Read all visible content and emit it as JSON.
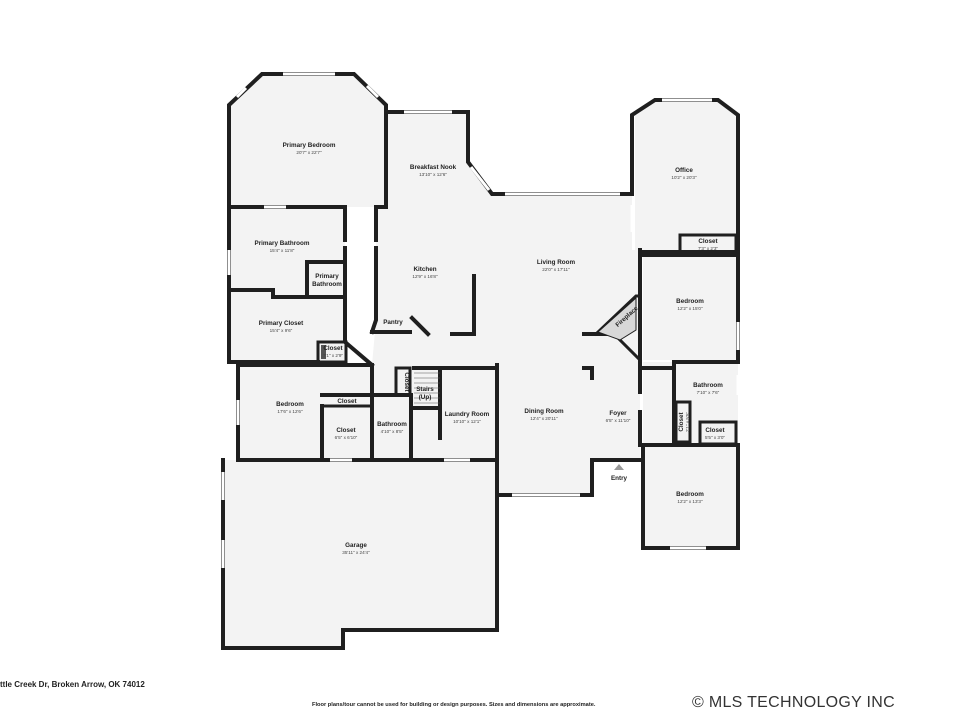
{
  "rooms": {
    "primary_bedroom": {
      "name": "Primary Bedroom",
      "dim": "20'7\" x 22'7\""
    },
    "breakfast_nook": {
      "name": "Breakfast Nook",
      "dim": "13'10\" x 12'6\""
    },
    "office": {
      "name": "Office",
      "dim": "10'2\" x 20'3\""
    },
    "closet_office": {
      "name": "Closet",
      "dim": "7'3\" x 2'3\""
    },
    "primary_bathroom": {
      "name": "Primary Bathroom",
      "dim": "15'4\" x 11'8\""
    },
    "primary_bathroom_wc": {
      "line1": "Primary",
      "line2": "Bathroom"
    },
    "kitchen": {
      "name": "Kitchen",
      "dim": "12'9\" x 16'8\""
    },
    "living_room": {
      "name": "Living Room",
      "dim": "22'0\" x 17'11\""
    },
    "bedroom_east": {
      "name": "Bedroom",
      "dim": "12'2\" x 15'0\""
    },
    "pantry": {
      "name": "Pantry"
    },
    "fireplace": {
      "name": "Fireplace"
    },
    "primary_closet": {
      "name": "Primary Closet",
      "dim": "15'4\" x 9'6\""
    },
    "closet_small_a": {
      "name": "Closet",
      "dim": "7'1\" x 2'9\""
    },
    "bedroom_west": {
      "name": "Bedroom",
      "dim": "17'6\" x 12'6\""
    },
    "closet_strip": {
      "name": "Closet"
    },
    "closet_b": {
      "name": "Closet",
      "dim": "6'5\" x 6'10\""
    },
    "bathroom_hall": {
      "name": "Bathroom",
      "dim": "4'10\" x 8'5\""
    },
    "closet_vertical": {
      "name": "Closet"
    },
    "stairs": {
      "line1": "Stairs",
      "line2": "(Up)"
    },
    "laundry_room": {
      "name": "Laundry Room",
      "dim": "10'10\" x 12'1\""
    },
    "dining_room": {
      "name": "Dining Room",
      "dim": "12'4\" x 20'11\""
    },
    "foyer": {
      "name": "Foyer",
      "dim": "6'5\" x 11'10\""
    },
    "bathroom_east": {
      "name": "Bathroom",
      "dim": "7'10\" x 7'6\""
    },
    "closet_foyer": {
      "name": "Closet",
      "dim": "2'1\" x 5'5\""
    },
    "closet_east": {
      "name": "Closet",
      "dim": "5'5\" x 3'0\""
    },
    "bedroom_south": {
      "name": "Bedroom",
      "dim": "12'2\" x 13'3\""
    },
    "garage": {
      "name": "Garage",
      "dim": "35'11\" x 24'4\""
    },
    "entry": {
      "name": "Entry"
    }
  },
  "footer": {
    "address": "ttle Creek Dr, Broken Arrow, OK 74012",
    "disclaimer": "Floor plans/tour cannot be used for building or design purposes. Sizes and dimensions are approximate.",
    "copyright": "© MLS TECHNOLOGY INC"
  }
}
